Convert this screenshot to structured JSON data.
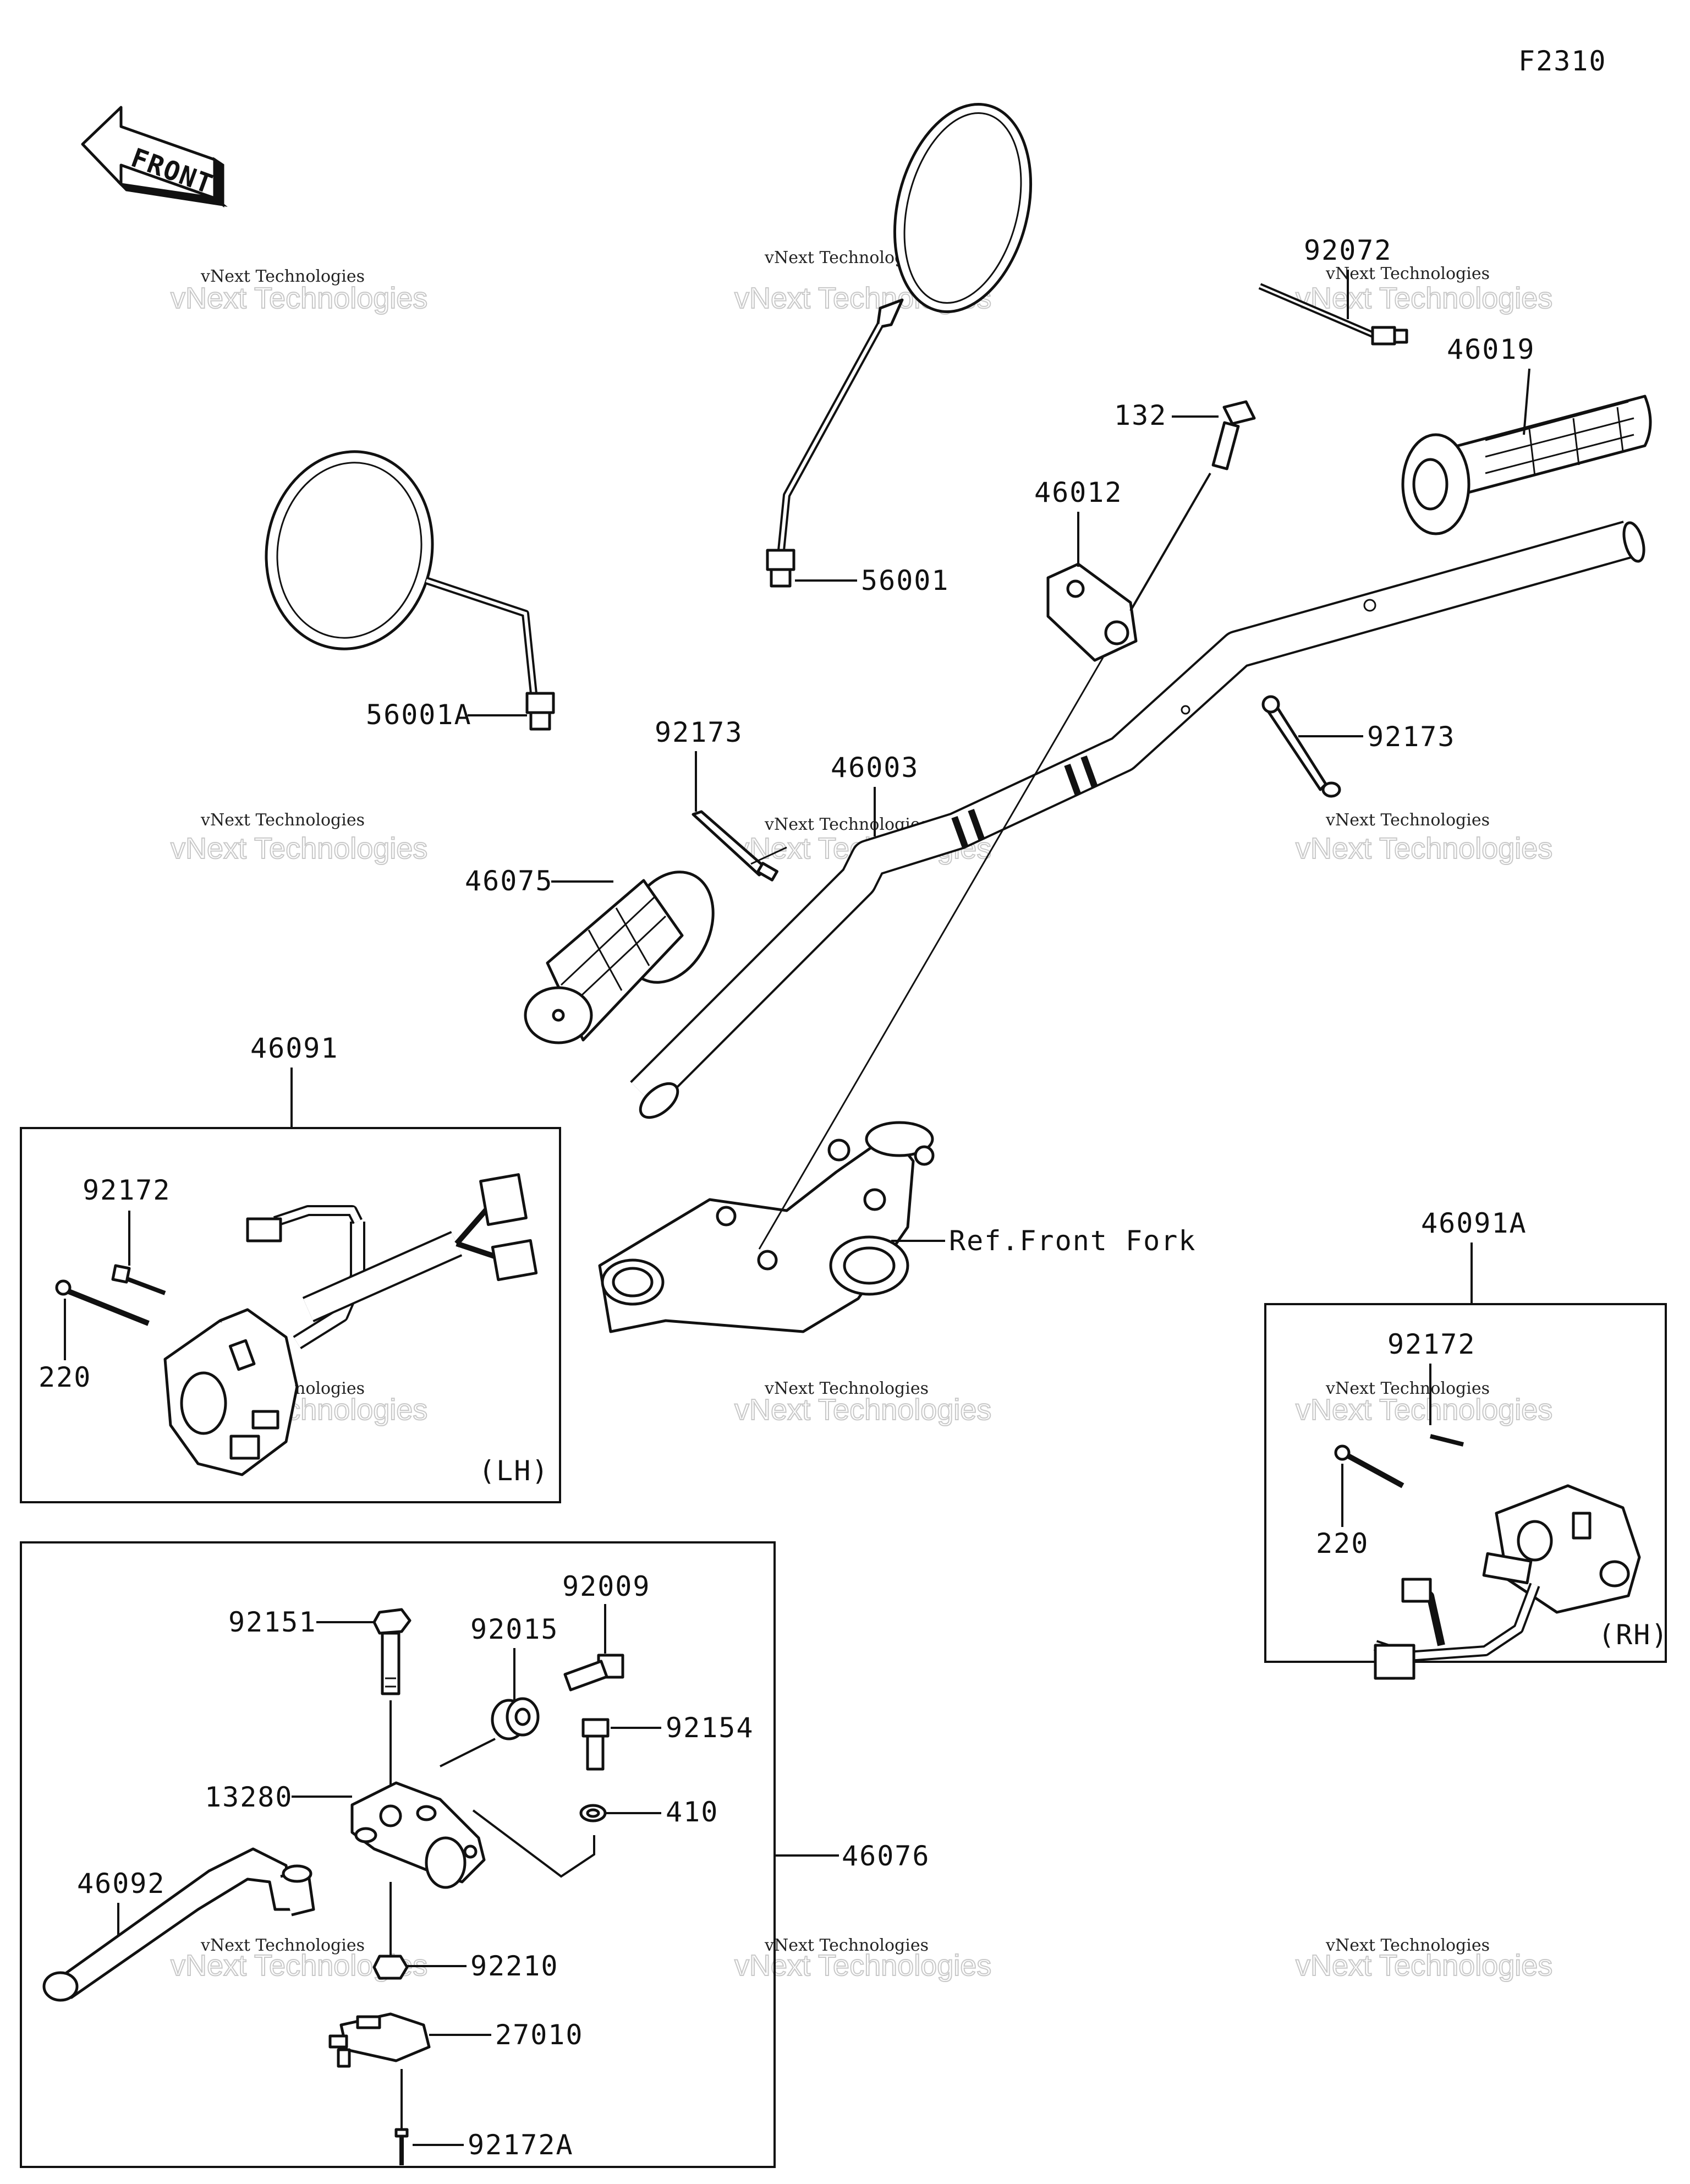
{
  "figure_code": "F2310",
  "front_arrow": {
    "text": "FRONT"
  },
  "watermark": {
    "line1": "vNext Technologies",
    "line2": "vNext Technologies"
  },
  "boxes": {
    "lh": {
      "tag": "(LH)",
      "assembly": "46091"
    },
    "rh": {
      "tag": "(RH)",
      "assembly": "46091A"
    },
    "lever": {
      "assembly": "46076"
    }
  },
  "parts": {
    "p92072": "92072",
    "p46019": "46019",
    "p132": "132",
    "p46012": "46012",
    "p56001": "56001",
    "p56001A": "56001A",
    "p92173a": "92173",
    "p46003": "46003",
    "p92173b": "92173",
    "p46075": "46075",
    "pRefFork": "Ref.Front Fork",
    "lh92172": "92172",
    "lh220": "220",
    "rh92172": "92172",
    "rh220": "220",
    "p92009": "92009",
    "p92151": "92151",
    "p92015": "92015",
    "p92154": "92154",
    "p13280": "13280",
    "p410": "410",
    "p46092": "46092",
    "p92210": "92210",
    "p27010": "27010",
    "p92172A": "92172A"
  }
}
